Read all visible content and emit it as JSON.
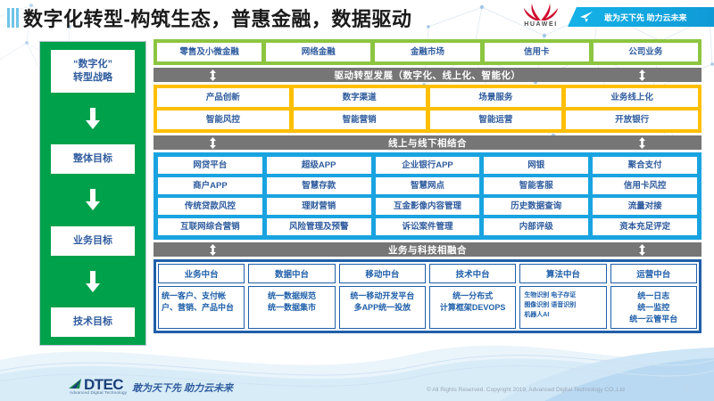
{
  "header": {
    "title": "数字化转型-构筑生态，普惠金融，数据驱动",
    "huawei_word": "HUAWEI",
    "ribbon_text": "敢为天下先 助力云未来"
  },
  "sidebar": {
    "items": [
      {
        "label": "“数字化”\n转型战略"
      },
      {
        "label": "整体目标"
      },
      {
        "label": "业务目标"
      },
      {
        "label": "技术目标"
      }
    ],
    "item0_line1": "“数字化”",
    "item0_line2": "转型战略",
    "item1": "整体目标",
    "item2": "业务目标",
    "item3": "技术目标"
  },
  "business_lines": {
    "items": [
      "零售及小微金融",
      "网络金融",
      "金融市场",
      "信用卡",
      "公司业务"
    ]
  },
  "dividers": {
    "drive": "驱动转型发展（数字化、线上化、智能化）",
    "online_offline": "线上与线下相结合",
    "biz_tech": "业务与科技相融合"
  },
  "transformation": {
    "rows": [
      [
        "产品创新",
        "数字渠道",
        "场景服务",
        "业务线上化"
      ],
      [
        "智能风控",
        "智能营销",
        "智能运营",
        "开放银行"
      ]
    ]
  },
  "channels": {
    "rows": [
      [
        "网贷平台",
        "超级APP",
        "企业银行APP",
        "网银",
        "聚合支付"
      ],
      [
        "商户APP",
        "智慧存款",
        "智慧网点",
        "智能客服",
        "信用卡风控"
      ],
      [
        "传统贷款风控",
        "理财营销",
        "互金影像内容管理",
        "历史数据查询",
        "流量对接"
      ],
      [
        "互联网综合营销",
        "风险管理及预警",
        "诉讼案件管理",
        "内部评级",
        "资本充足评定"
      ]
    ]
  },
  "platforms": {
    "columns": [
      {
        "head": "业务中台",
        "body": "统一客户、支付帐户、营销、产品中台",
        "style": "wrapleft"
      },
      {
        "head": "数据中台",
        "body": "统一数据规范\n统一数据集市",
        "line1": "统一数据规范",
        "line2": "统一数据集市",
        "style": ""
      },
      {
        "head": "移动中台",
        "body": "统一移动开发平台\n多APP统一投放",
        "line1": "统一移动开发平台",
        "line2": "多APP统一投放",
        "style": ""
      },
      {
        "head": "技术中台",
        "body": "统一分布式\n计算框架DEVOPS",
        "line1": "统一分布式",
        "line2": "计算框架DEVOPS",
        "style": ""
      },
      {
        "head": "算法中台",
        "body": "生物识别 电子存证 图像识别 语音识别 机器人AI",
        "line1": "生物识别  电子存证",
        "line2": "图像识别  语音识别",
        "line3": "机器人AI",
        "style": "tight"
      },
      {
        "head": "运营中台",
        "body": "统一日志\n统一监控\n统一云管平台",
        "line1": "统一日志",
        "line2": "统一监控",
        "line3": "统一云管平台",
        "style": ""
      }
    ]
  },
  "footer": {
    "logo_text": "DTEC",
    "logo_sub": "Advanced Digital Technology",
    "slogan": "敢为天下先   助力云未来",
    "copyright": "© All Rights Reserved. Copyright 2019, Advanced Digital Technology CO.,Ltd",
    "page_number": "10"
  },
  "colors": {
    "green": "#00a14b",
    "light_green": "#8cc540",
    "orange": "#ffbf00",
    "cyan": "#19a3e0",
    "navy": "#1f5fa9",
    "gray_bar": "#767676",
    "text_blue": "#2f5c9e",
    "huawei_red": "#cf0a2c"
  }
}
